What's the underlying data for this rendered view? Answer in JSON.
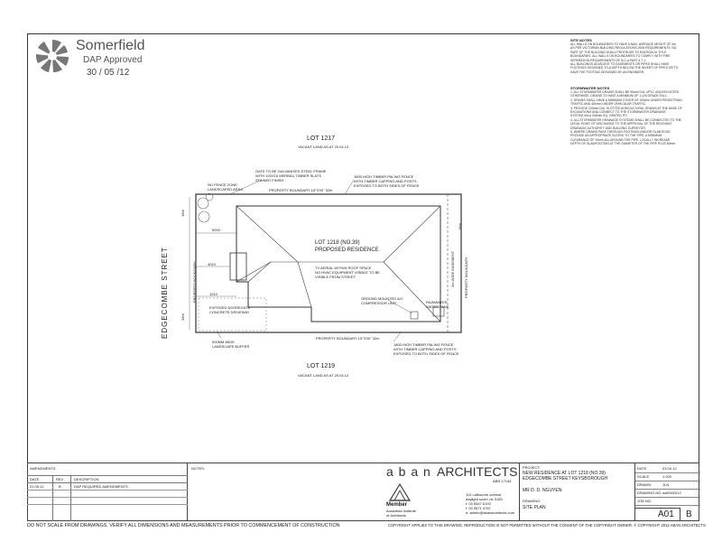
{
  "stamp": {
    "company": "Somerfield",
    "status": "DAP Approved",
    "date": "30 / 05 /12"
  },
  "site_notes": {
    "heading": "SITE NOTES",
    "lines": [
      "ALL WALLS ON BOUNDARIES TO HAVE A MAX. AVERAGE HEIGHT OF 3m",
      "AS PER VICTORIAN BUILDING REGULATIONS 2006 REQUIREMENTS. NO",
      "PART OF THE BUILDING SHALL PROTRUDE TO ENCROACH TITLE",
      "BOUNDARIES. ALL WALLS ON BOUNDARIES TO COMPLY WITH FIRE",
      "SEPARATION REQUIREMENTS OF B.C.A PART 3.7.1.",
      "ALL BUILDINGS ADJACENT TO EASEMENTS OR PIPES SHALL HAVE",
      "FOOTINGS DESIGNED TO A DEPTH BELOW THE INVERT OF PIPES OR TO",
      "HAVE THE FOOTING DESIGNED BY AN ENGINEER."
    ]
  },
  "stormwater_notes": {
    "heading": "STORMWATER NOTES",
    "lines": [
      "1. ALL STORMWATER DRAINS SHALL BE 90mm DIA. uPVC UNLESS NOTED",
      "   OTHERWISE. DRAINS TO HAVE A MINIMUM OF 1:100 GRADE FALL.",
      "2. DRAINS SHALL HAVE A MINIMUM COVER OF 300mm UNDER PEDESTRIAN",
      "   TRAFFIC AND 450mm UNDER VEHICULAR TRAFFIC.",
      "3. PROVIDE 100mm DIA. SLOTTED AGRICULTURAL DRAINS AT THE BASE OF",
      "   EXCAVATIONS AND CONNECT TO THE STORMWATER DRAINAGE",
      "   SYSTEM VIA A 300mm SQ. GRATED PIT.",
      "4. ALL STORMWATER DRAINAGE SYSTEMS SHALL BE CONNECTED TO THE",
      "   LEGAL POINT OF DISCHARGE TO THE APPROVAL OF THE RELEVANT",
      "   DRAINAGE AUTHORITY AND BUILDING SURVEYOR.",
      "5. WHERE DRAINS PASS THROUGH FOOTINGS AND/OR SLAB EDGE,",
      "   PROVIDE AN APPROPRIATE SLEEVE TO THE PIPE. A MINIMUM",
      "   CLEARANCE OF 20mm ALL AROUND THE PIPE. LOCALLY INCREASE",
      "   DEPTH OF SLAB/FOOTING AT THE DIAMETER OF THE PIPE PLUS 60mm."
    ]
  },
  "plan": {
    "lot_north": "LOT 1217",
    "lot_north_sub": "VACANT LAND AS AT 20.04.12",
    "lot_south": "LOT 1219",
    "lot_south_sub": "VACANT LAND AS AT 20.04.12",
    "street": "EDGECOMBE   STREET",
    "residence_lot": "LOT 1218 (NO.39)",
    "residence_label": "PROPOSED RESIDENCE",
    "aerial_note_1": "TV AERIAL WITHIN ROOF SPACE",
    "aerial_note_2": "NO HVAC EQUIPMENT VISIBLE TO BE",
    "aerial_note_3": "VISIBLE FROM STREET",
    "gate_note_1": "GATE TO BE GALVANISED STEEL FRAME",
    "gate_note_2": "WITH 100X16 MERBAU TIMBER SLATS",
    "gate_note_3": "STAINED FINISH",
    "fence_north_1": "1800 HIGH TIMBER PALING FENCE",
    "fence_north_2": "WITH TIMBER CAPPING AND POSTS",
    "fence_north_3": "EXPOSED TO BOTH SIDES OF FENCE",
    "no_fence_zone": "NO FENCE ZONE",
    "landscape_area": "LANDSCAPED AREA",
    "boundary_north": "PROPERTY BOUNDARY   15°3'00\"   32m",
    "boundary_south": "PROPERTY BOUNDARY   15°3'00\"   32m",
    "boundary_west": "PROPERTY BOUNDARY",
    "boundary_east": "PROPERTY BOUNDARY",
    "easement": "2m WIDE EASEMENT",
    "dim_front": "5000",
    "dim_side_1": "4010",
    "dim_side_2": "1010",
    "dim_16m_top": "16m",
    "dim_16m_bot": "16m",
    "dim_east": "16m",
    "concrete_1": "EXPOSED AGGREGATE",
    "concrete_2": "CONCRETE DRIVEWAY",
    "landscape_1": "500MM WIDE",
    "landscape_2": "LANDSCAPE BUFFER",
    "ac_note_1": "GROUND MOUNTED A/C",
    "ac_note_2": "COMPRESSOR UNIT",
    "tank_note_1": "RAINWATER",
    "tank_note_2": "WATER TANK",
    "fence_south_1": "1800 HIGH TIMBER PALING FENCE",
    "fence_south_2": "WITH TIMBER CAPPING AND POSTS",
    "fence_south_3": "EXPOSED TO BOTH SIDES OF FENCE"
  },
  "amendments": {
    "heading": "AMENDMENTS",
    "columns": [
      "DATE",
      "REV",
      "DESCRIPTION"
    ],
    "rows": [
      [
        "01.05.12",
        "B",
        "DAP REQUIRED AMENDMENTS"
      ]
    ],
    "notes_label": "NOTES:"
  },
  "firm": {
    "name_left": "a b a n",
    "name_right": "ARCHITECTS",
    "abn": "ABN 17194",
    "member_1": "Member",
    "member_2": "Australian Institute",
    "member_3": "of Architects",
    "address_1": "113 Lalbourne avenue",
    "address_2": "daylight south vic 3183",
    "address_3": "t. 03 9547 6192",
    "address_4": "f. 03 9571 4787",
    "address_5": "e. admin@abanarchitects.com"
  },
  "title_block": {
    "project_label": "PROJECT:",
    "project_1": "NEW RESIDENCE AT LOT 1218 (NO.39)",
    "project_2": "EDGECOMBE STREET KEYSBOROUGH",
    "client": "MR D. D. NGUYEN",
    "drawing_label": "DRAWING:",
    "drawing": "SITE PLAN",
    "fields": [
      {
        "label": "DATE",
        "value": "23.04.12"
      },
      {
        "label": "SCALE",
        "value": "1:200"
      },
      {
        "label": "DRAWN",
        "value": "JLN"
      },
      {
        "label": "DRAWING NO.",
        "value": "wd0002012"
      },
      {
        "label": "JOB NO.",
        "value": ""
      }
    ],
    "sheet": "A01",
    "rev": "B"
  },
  "footer": {
    "left": "DO NOT SCALE FROM DRAWINGS. VERIFY ALL DIMENSIONS AND MEASUREMENTS PRIOR TO COMMENCEMENT OF CONSTRUCTION",
    "right": "COPYRIGHT APPLIES TO THIS DRAWING. REPRODUCTION IS NOT PERMITTED WITHOUT THE CONSENT OF THE COPYRIGHT OWNER.  ©  COPYRIGHT 2012 ABAN ARCHITECTS"
  }
}
